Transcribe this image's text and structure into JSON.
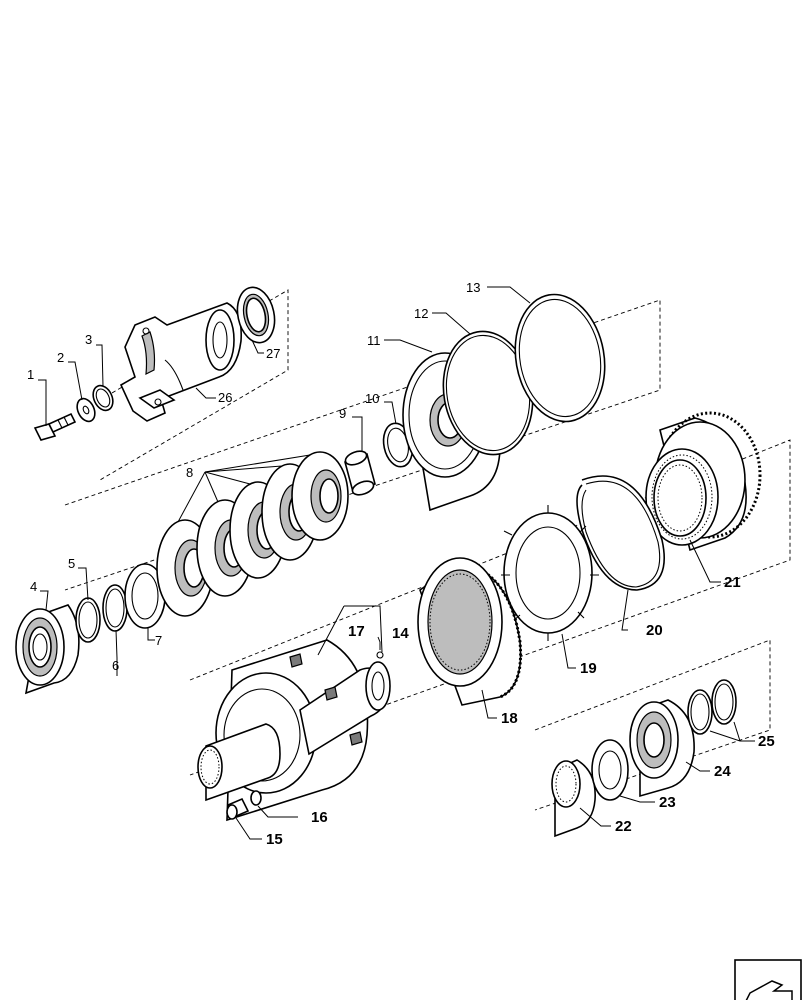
{
  "diagram": {
    "callouts": [
      "1",
      "2",
      "3",
      "4",
      "5",
      "6",
      "7",
      "8",
      "9",
      "10",
      "11",
      "12",
      "13",
      "14",
      "15",
      "16",
      "17",
      "18",
      "19",
      "20",
      "21",
      "22",
      "23",
      "24",
      "25",
      "26",
      "27"
    ]
  },
  "nav": {
    "icon": "arrow-icon"
  }
}
